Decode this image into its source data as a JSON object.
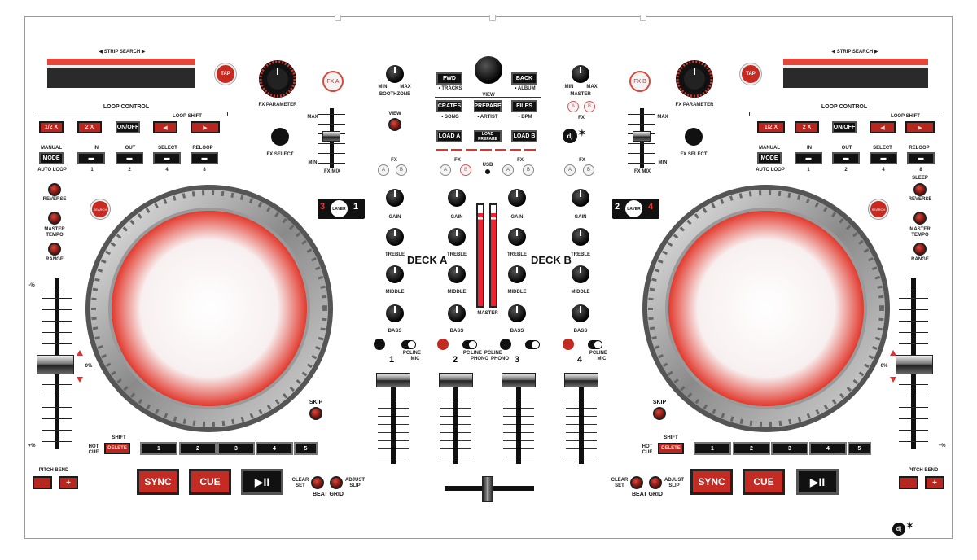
{
  "labels": {
    "strip_search": "◀ STRIP SEARCH ▶",
    "tap": "TAP",
    "fx_parameter": "FX PARAMETER",
    "fx_select": "FX SELECT",
    "fx_a": "FX A",
    "fx_b": "FX B",
    "fx_mix": "FX MIX",
    "max": "MAX",
    "min": "MIN",
    "loop_control": "LOOP CONTROL",
    "loop_shift": "LOOP SHIFT",
    "half_x": "1/2 X",
    "two_x": "2 X",
    "on_off": "ON/OFF",
    "manual": "MANUAL",
    "mode": "MODE",
    "auto_loop": "AUTO LOOP",
    "in": "IN",
    "out": "OUT",
    "select": "SELECT",
    "reloop": "RELOOP",
    "n1": "1",
    "n2": "2",
    "n4": "4",
    "n8": "8",
    "reverse": "REVERSE",
    "sleep": "SLEEP",
    "master_tempo": "MASTER TEMPO",
    "range": "RANGE",
    "search": "SEARCH",
    "pct_neg": "-%",
    "pct_pos": "+%",
    "pct_zero": "0%",
    "skip": "SKIP",
    "shift": "SHIFT",
    "hot_cue": "HOT CUE",
    "delete": "DELETE",
    "pads": [
      "1",
      "2",
      "3",
      "4",
      "5"
    ],
    "pitch_bend": "PITCH BEND",
    "minus": "–",
    "plus": "+",
    "sync": "SYNC",
    "cue": "CUE",
    "play": "▶II",
    "clear_set": "CLEAR SET",
    "adjust_slip": "ADJUST SLIP",
    "beat_grid": "BEAT GRID",
    "layer": "LAYER",
    "layer_left_a": "3",
    "layer_left_b": "1",
    "layer_right_a": "2",
    "layer_right_b": "4",
    "boothzone": "BOOTHZONE",
    "master": "MASTER",
    "view": "VIEW",
    "fwd": "FWD",
    "back": "BACK",
    "tracks": "• TRACKS",
    "album": "• ALBUM",
    "crates": "CRATES",
    "prepare": "PREPARE",
    "files": "FILES",
    "song": "• SONG",
    "artist": "• ARTIST",
    "bpm": "• BPM",
    "load_a": "LOAD A",
    "load_prepare": "LOAD PREPARE",
    "load_b": "LOAD B",
    "usb": "USB",
    "fx": "FX",
    "a": "A",
    "b": "B",
    "gain": "GAIN",
    "treble": "TREBLE",
    "middle": "MIDDLE",
    "bass": "BASS",
    "deck_a": "DECK A",
    "deck_b": "DECK B",
    "pc": "PC",
    "line_mic": "LINE MIC",
    "line_phono": "LINE PHONO",
    "ch": [
      "1",
      "2",
      "3",
      "4"
    ],
    "logo": "dj"
  }
}
